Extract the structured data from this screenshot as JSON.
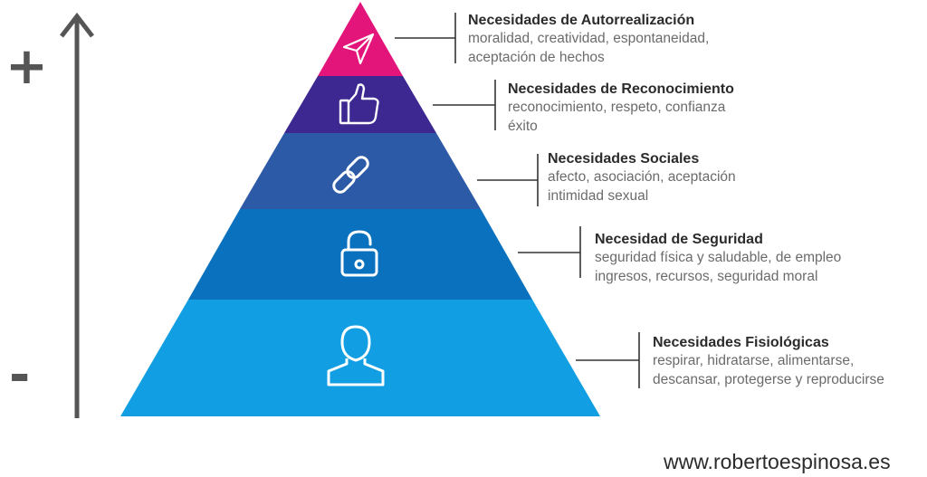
{
  "axis": {
    "top_sign": "+",
    "bottom_sign": "-"
  },
  "colors": {
    "level1": "#e4157a",
    "level2": "#3d2891",
    "level3": "#2d5aa6",
    "level4": "#0a71be",
    "level5": "#129ee3",
    "axis": "#555555",
    "connector": "#333333"
  },
  "levels": [
    {
      "icon": "paper-plane-icon",
      "title": "Necesidades de Autorrealización",
      "lines": [
        "moralidad, creatividad, espontaneidad,",
        "aceptación de hechos"
      ]
    },
    {
      "icon": "thumbs-up-icon",
      "title": "Necesidades de Reconocimiento",
      "lines": [
        "reconocimiento, respeto, confianza",
        "éxito"
      ]
    },
    {
      "icon": "chain-link-icon",
      "title": "Necesidades Sociales",
      "lines": [
        "afecto, asociación, aceptación",
        "intimidad sexual"
      ]
    },
    {
      "icon": "padlock-icon",
      "title": "Necesidad de Seguridad",
      "lines": [
        "seguridad física y saludable, de empleo",
        "ingresos, recursos, seguridad moral"
      ]
    },
    {
      "icon": "person-icon",
      "title": "Necesidades Fisiológicas",
      "lines": [
        "respirar, hidratarse, alimentarse,",
        "descansar, protegerse y reproducirse"
      ]
    }
  ],
  "footer": {
    "website": "www.robertoespinosa.es"
  }
}
